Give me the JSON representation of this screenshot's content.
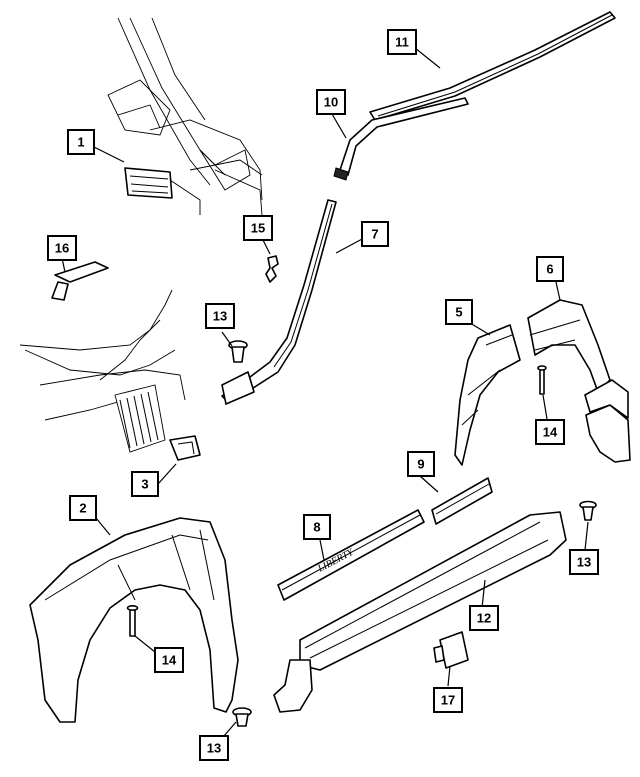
{
  "callouts": [
    {
      "id": "c1",
      "label": "1"
    },
    {
      "id": "c2",
      "label": "2"
    },
    {
      "id": "c3",
      "label": "3"
    },
    {
      "id": "c5",
      "label": "5"
    },
    {
      "id": "c6",
      "label": "6"
    },
    {
      "id": "c7",
      "label": "7"
    },
    {
      "id": "c8",
      "label": "8"
    },
    {
      "id": "c9",
      "label": "9"
    },
    {
      "id": "c10",
      "label": "10"
    },
    {
      "id": "c11",
      "label": "11"
    },
    {
      "id": "c12",
      "label": "12"
    },
    {
      "id": "c13a",
      "label": "13"
    },
    {
      "id": "c13b",
      "label": "13"
    },
    {
      "id": "c13c",
      "label": "13"
    },
    {
      "id": "c14a",
      "label": "14"
    },
    {
      "id": "c14b",
      "label": "14"
    },
    {
      "id": "c15",
      "label": "15"
    },
    {
      "id": "c16",
      "label": "16"
    },
    {
      "id": "c17",
      "label": "17"
    }
  ],
  "parts": {
    "nameplate_text": "LIBERTY"
  }
}
